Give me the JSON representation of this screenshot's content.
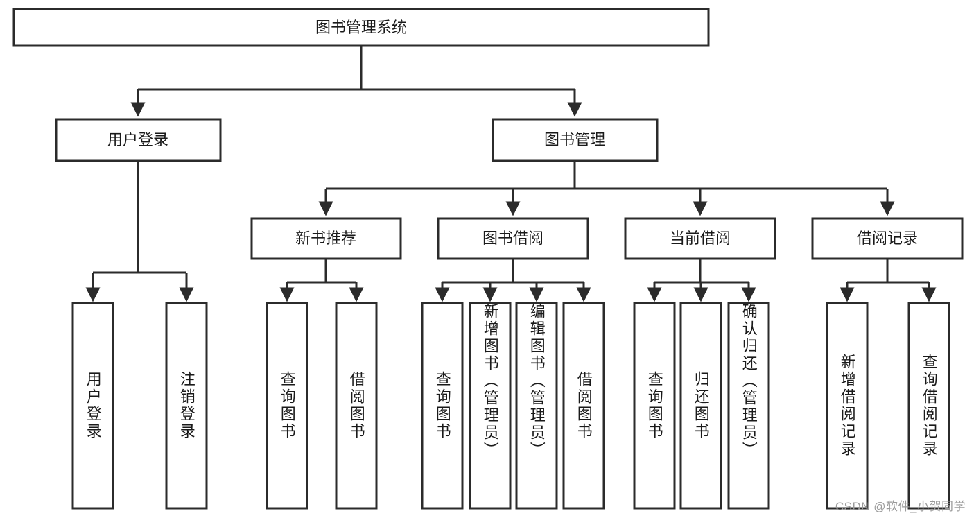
{
  "diagram": {
    "title": "图书管理系统",
    "type": "tree-hierarchy",
    "orientation": "top-down",
    "root": {
      "id": "root",
      "label": "图书管理系统"
    },
    "level2": [
      {
        "id": "user-login",
        "label": "用户登录"
      },
      {
        "id": "book-manage",
        "label": "图书管理"
      }
    ],
    "level3": [
      {
        "id": "new-book-rec",
        "label": "新书推荐",
        "parent": "book-manage"
      },
      {
        "id": "book-borrow",
        "label": "图书借阅",
        "parent": "book-manage"
      },
      {
        "id": "current-borrow",
        "label": "当前借阅",
        "parent": "book-manage"
      },
      {
        "id": "borrow-record",
        "label": "借阅记录",
        "parent": "book-manage"
      }
    ],
    "leaves": {
      "user-login": [
        {
          "id": "leaf-user-login",
          "label": "用户登录"
        },
        {
          "id": "leaf-user-logout",
          "label": "注销登录"
        }
      ],
      "new-book-rec": [
        {
          "id": "leaf-query-book-1",
          "label": "查询图书"
        },
        {
          "id": "leaf-borrow-book-1",
          "label": "借阅图书"
        }
      ],
      "book-borrow": [
        {
          "id": "leaf-query-book-2",
          "label": "查询图书"
        },
        {
          "id": "leaf-add-book",
          "label": "新增图书（管理员）"
        },
        {
          "id": "leaf-edit-book",
          "label": "编辑图书（管理员）"
        },
        {
          "id": "leaf-borrow-book-2",
          "label": "借阅图书"
        }
      ],
      "current-borrow": [
        {
          "id": "leaf-query-book-3",
          "label": "查询图书"
        },
        {
          "id": "leaf-return-book",
          "label": "归还图书"
        },
        {
          "id": "leaf-confirm-return",
          "label": "确认归还（管理员）"
        }
      ],
      "borrow-record": [
        {
          "id": "leaf-add-record",
          "label": "新增借阅记录"
        },
        {
          "id": "leaf-query-record",
          "label": "查询借阅记录"
        }
      ]
    },
    "colors": {
      "stroke": "#2b2b2b",
      "fill": "#ffffff",
      "text": "#1a1a1a",
      "watermark": "#9a9a9a",
      "background": "#ffffff"
    }
  },
  "watermark": {
    "text": "CSDN @软件_小贺同学"
  }
}
